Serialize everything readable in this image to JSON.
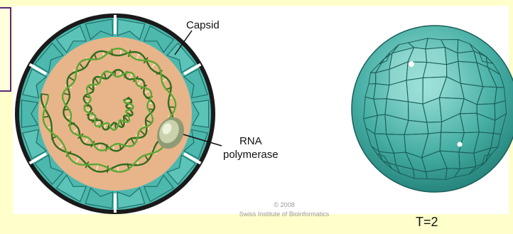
{
  "labels": {
    "capsid": "Capsid",
    "rna_line1": "RNA",
    "rna_line2": "polymerase",
    "copyright_year": "© 2008",
    "copyright_org": "Swiss Institute of Bioinformatics",
    "triangulation": "T=2"
  },
  "colors": {
    "capsid_fill": "#4db8ad",
    "capsid_dark": "#1e7f78",
    "capsid_light": "#9ee0d8",
    "interior": "#e8b48a",
    "dna_green": "#5aa832",
    "polymerase": "#a7b28a"
  }
}
